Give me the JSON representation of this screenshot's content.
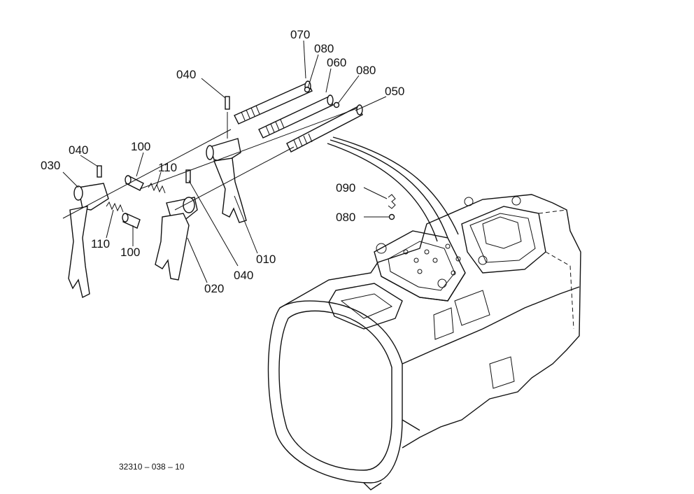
{
  "labels": {
    "p070": "070",
    "p080a": "080",
    "p060": "060",
    "p080b": "080",
    "p050": "050",
    "p040a": "040",
    "p040b": "040",
    "p030": "030",
    "p100a": "100",
    "p110a": "110",
    "p110b": "110",
    "p100b": "100",
    "p090": "090",
    "p080c": "080",
    "p010": "010",
    "p040c": "040",
    "p020": "020"
  },
  "drawing_number": "32310 – 038 – 10"
}
